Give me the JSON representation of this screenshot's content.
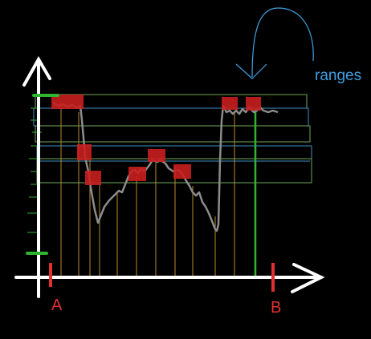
{
  "labels": {
    "ranges": "ranges",
    "point_a": "A",
    "point_b": "B"
  },
  "colors": {
    "background": "#000000",
    "axis": "#ffffff",
    "price_line": "#8c8c8c",
    "box": "#c81e1e",
    "band_green": "#6fa85a",
    "band_blue": "#3f8fc4",
    "vertical_marker": "#b98a2e",
    "end_marker": "#2fb52f",
    "tick_green": "#2fb52f",
    "label_red": "#e03030",
    "ranges_blue": "#3fa0e0"
  },
  "icons": {
    "ranges_arrow": "curved-down-arrow-icon",
    "axis_arrows": "arrowhead-icon"
  }
}
